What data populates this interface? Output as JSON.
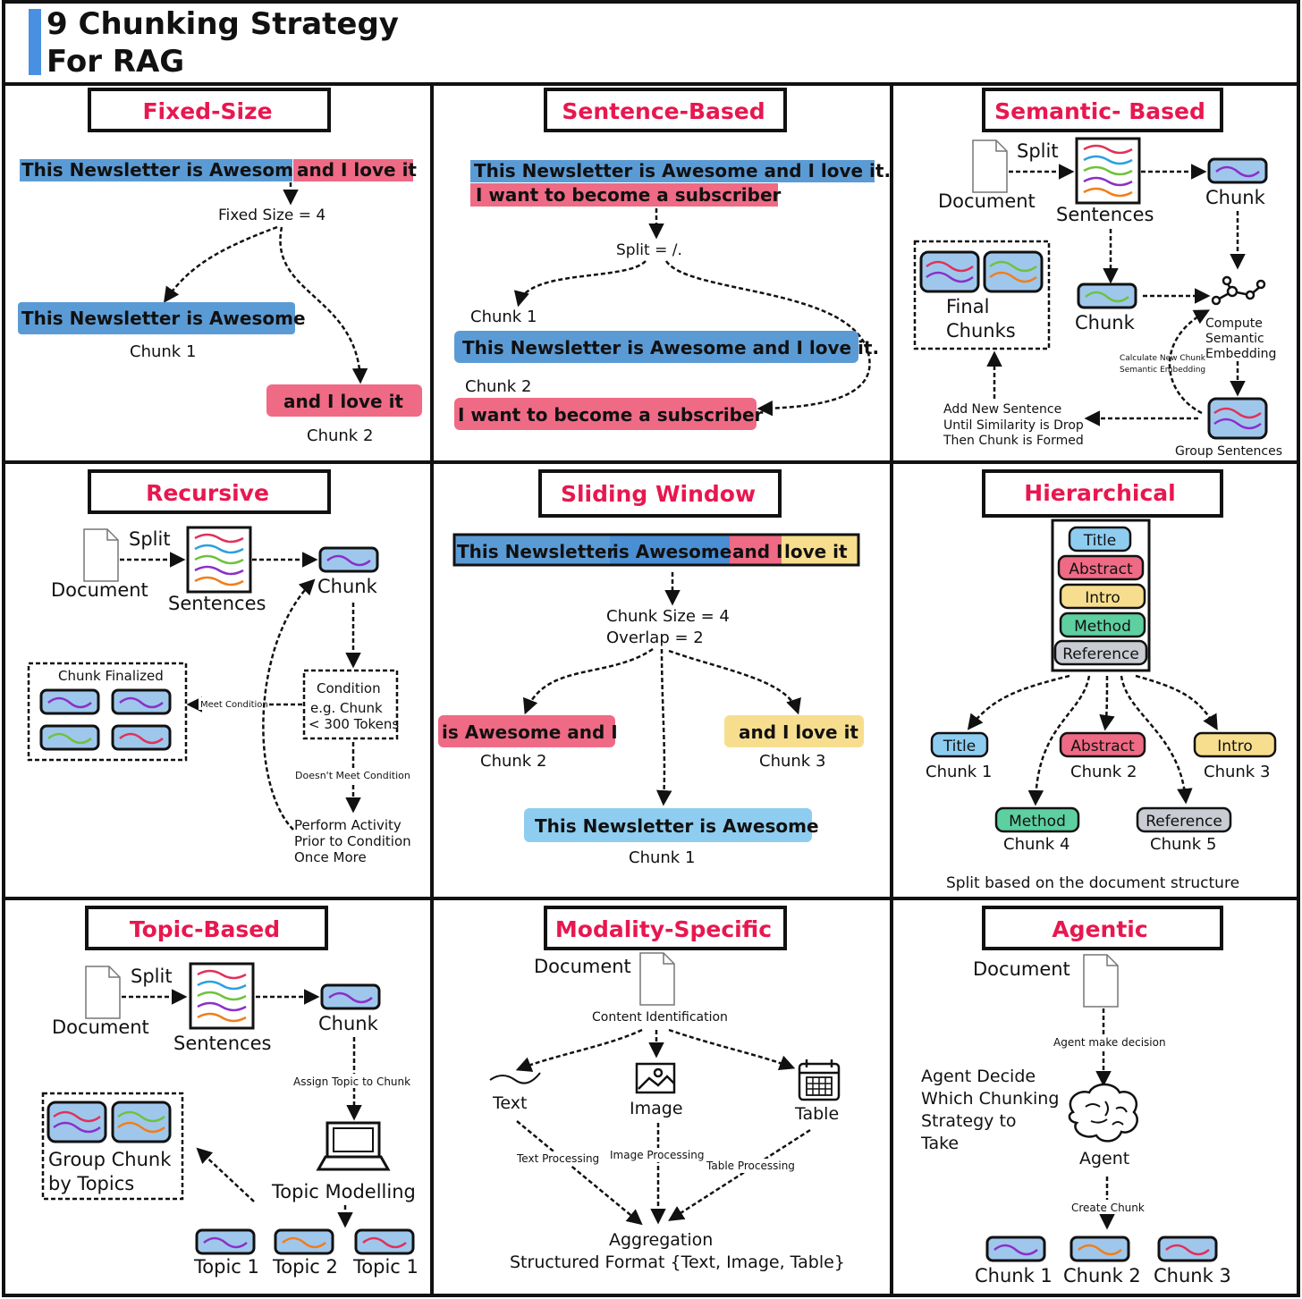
{
  "header": {
    "title_line1": "9 Chunking Strategy",
    "title_line2": "For RAG",
    "accent": "#4a90e2"
  },
  "colors": {
    "blue": "#5b9bd5",
    "light_blue": "#8ecdf0",
    "pink": "#ef6a85",
    "yellow": "#f7de8e",
    "green": "#5ed0a0",
    "gray": "#c9ccd2",
    "title_red": "#e8174f"
  },
  "icons": [
    "document-icon",
    "sentences-icon",
    "chunk-icon",
    "graph-icon",
    "laptop-icon",
    "image-icon",
    "table-icon",
    "brain-icon"
  ],
  "panels": {
    "fixed": {
      "title": "Fixed-Size",
      "input_a": "This Newsletter is Awesome",
      "input_b": "and I love it",
      "param": "Fixed Size = 4",
      "chunk1_text": "This Newsletter is Awesome",
      "chunk1_label": "Chunk 1",
      "chunk2_text": "and I love it",
      "chunk2_label": "Chunk 2"
    },
    "sentence": {
      "title": "Sentence-Based",
      "line1": "This Newsletter is Awesome and I love it.",
      "line2": "I want to become a subscriber",
      "param": "Split = /.",
      "chunk1_label": "Chunk 1",
      "chunk1_text": "This Newsletter is Awesome and I love it.",
      "chunk2_label": "Chunk 2",
      "chunk2_text": "I want to become a subscriber"
    },
    "semantic": {
      "title": "Semantic- Based",
      "split": "Split",
      "document": "Document",
      "sentences": "Sentences",
      "chunk_top": "Chunk",
      "final_1": "Final",
      "final_2": "Chunks",
      "chunk_mid": "Chunk",
      "compute_1": "Compute",
      "compute_2": "Semantic",
      "compute_3": "Embedding",
      "calc_1": "Calculate New Chunk",
      "calc_2": "Semantic Embedding",
      "add_1": "Add New Sentence",
      "add_2": "Until Similarity is Drop",
      "add_3": "Then Chunk is Formed",
      "group": "Group Sentences"
    },
    "recursive": {
      "title": "Recursive",
      "split": "Split",
      "document": "Document",
      "sentences": "Sentences",
      "chunk": "Chunk",
      "finalized": "Chunk Finalized",
      "meet": "Meet Condition",
      "cond_1": "Condition",
      "cond_2": "e.g. Chunk",
      "cond_3": "< 300 Tokens",
      "not_meet": "Doesn't Meet Condition",
      "perform_1": "Perform Activity",
      "perform_2": "Prior to Condition",
      "perform_3": "Once More"
    },
    "sliding": {
      "title": "Sliding Window",
      "seg_1": "This Newsletter",
      "seg_2": "is Awesome",
      "seg_3": "and I",
      "seg_4": "love it",
      "param_1": "Chunk Size = 4",
      "param_2": "Overlap = 2",
      "chunk2_text": "is Awesome and I",
      "chunk2_label": "Chunk 2",
      "chunk3_text": "and I love it",
      "chunk3_label": "Chunk 3",
      "chunk1_text": "This Newsletter is Awesome",
      "chunk1_label": "Chunk 1"
    },
    "hierarchical": {
      "title": "Hierarchical",
      "items": [
        "Title",
        "Abstract",
        "Intro",
        "Method",
        "Reference"
      ],
      "c1_tag": "Title",
      "c1_label": "Chunk 1",
      "c2_tag": "Abstract",
      "c2_label": "Chunk 2",
      "c3_tag": "Intro",
      "c3_label": "Chunk 3",
      "c4_tag": "Method",
      "c4_label": "Chunk 4",
      "c5_tag": "Reference",
      "c5_label": "Chunk 5",
      "caption": "Split based on the document structure"
    },
    "topic": {
      "title": "Topic-Based",
      "split": "Split",
      "document": "Document",
      "sentences": "Sentences",
      "chunk": "Chunk",
      "assign": "Assign Topic to Chunk",
      "group_1": "Group Chunk",
      "group_2": "by Topics",
      "modelling": "Topic Modelling",
      "t1": "Topic 1",
      "t2": "Topic 2",
      "t3": "Topic 1"
    },
    "modality": {
      "title": "Modality-Specific",
      "document": "Document",
      "identify": "Content Identification",
      "text": "Text",
      "image": "Image",
      "table": "Table",
      "text_proc": "Text Processing",
      "image_proc": "Image Processing",
      "table_proc": "Table Processing",
      "agg": "Aggregation",
      "structured": "Structured Format {Text, Image, Table}"
    },
    "agentic": {
      "title": "Agentic",
      "document": "Document",
      "decision": "Agent make decision",
      "decide_1": "Agent Decide",
      "decide_2": "Which Chunking",
      "decide_3": "Strategy to",
      "decide_4": "Take",
      "agent": "Agent",
      "create": "Create Chunk",
      "c1": "Chunk 1",
      "c2": "Chunk 2",
      "c3": "Chunk 3"
    }
  }
}
